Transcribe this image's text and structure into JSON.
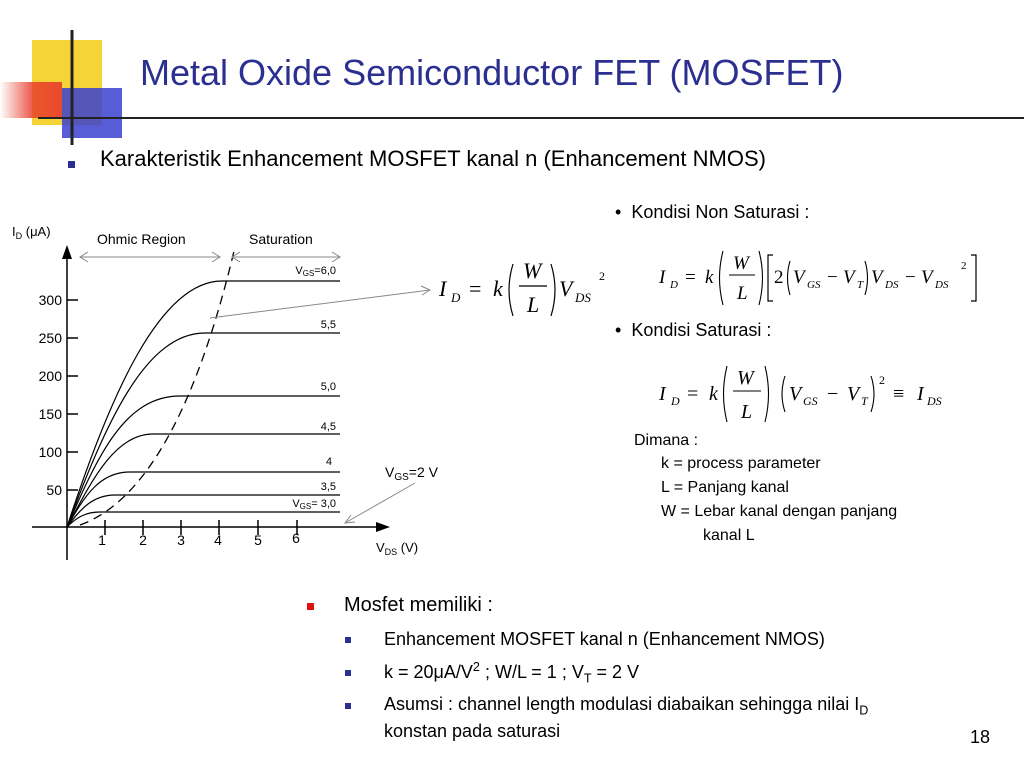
{
  "slide": {
    "title": "Metal Oxide Semiconductor FET (MOSFET)",
    "subtitle": "Karakteristik Enhancement MOSFET kanal n (Enhancement NMOS)",
    "page_number": "18"
  },
  "graph": {
    "y_axis_label": "I",
    "y_axis_sub": "D",
    "y_axis_unit": " (μA)",
    "x_axis_label": "V",
    "x_axis_sub": "DS",
    "x_axis_unit": " (V)",
    "y_ticks": [
      "300",
      "250",
      "200",
      "150",
      "100",
      "50"
    ],
    "x_ticks": [
      "1",
      "2",
      "3",
      "4",
      "5",
      "6"
    ],
    "region_ohmic": "Ohmic Region",
    "region_saturation": "Saturation",
    "vgs_curves": [
      "V",
      "5,5",
      "5,0",
      "4,5",
      "4",
      "3,5",
      "V"
    ],
    "vgs_top_label": "=6,0",
    "vgs_bottom_label": "= 3,0",
    "vgs_top_sub": "GS",
    "vgs_threshold_label": "=2 V"
  },
  "conditions": {
    "non_saturation_label": "Kondisi Non Saturasi :",
    "saturation_label": "Kondisi Saturasi :",
    "dimana_heading": "Dimana :",
    "dimana_items": [
      "k = process parameter",
      "L = Panjang kanal",
      "W = Lebar kanal dengan panjang",
      "kanal L"
    ]
  },
  "notes": {
    "heading": "Mosfet memiliki :",
    "items": [
      "Enhancement MOSFET kanal n (Enhancement NMOS)",
      "k = 20μA/V",
      "; W/L = 1 ; V",
      "T",
      " = 2 V",
      "Asumsi : channel length modulasi diabaikan sehingga nilai I",
      "D",
      "konstan pada saturasi"
    ]
  },
  "colors": {
    "title": "#2b2f8f",
    "bullet_blue": "#2b2f8f",
    "bullet_red": "#e01010",
    "deco_yellow": "#f5cf20",
    "deco_red": "#e83a2a",
    "deco_blue": "#3a3fd0"
  }
}
